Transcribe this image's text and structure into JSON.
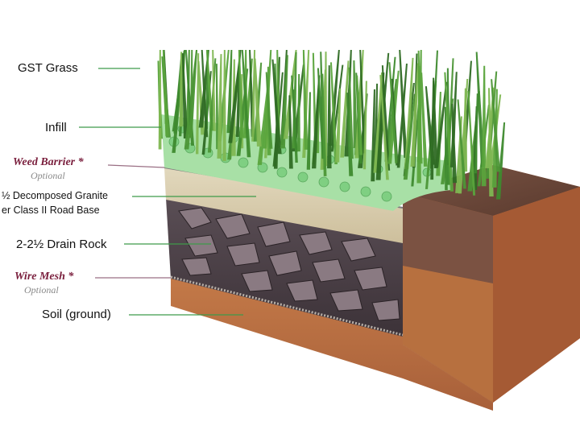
{
  "labels": {
    "grass": "GST Grass",
    "infill": "Infill",
    "weed_barrier": "Weed Barrier *",
    "weed_barrier_optional": "Optional",
    "granite_line1": "½ Decomposed Granite",
    "granite_line2": "er Class II Road Base",
    "drain_rock": "2-2½ Drain Rock",
    "wire_mesh": "Wire Mesh *",
    "wire_mesh_optional": "Optional",
    "soil": "Soil (ground)"
  },
  "colors": {
    "leader_green": "#3f9a4a",
    "leader_mauve": "#9a6f84",
    "optional_title": "#7a1f3d",
    "grass_dark": "#2f6b24",
    "grass_light": "#7fb752",
    "infill": "#a8e0a6",
    "granite": "#d9cdb0",
    "drain_rock": "#4a3f44",
    "soil_top": "#6e4a3a",
    "soil_side": "#b66a3f"
  }
}
